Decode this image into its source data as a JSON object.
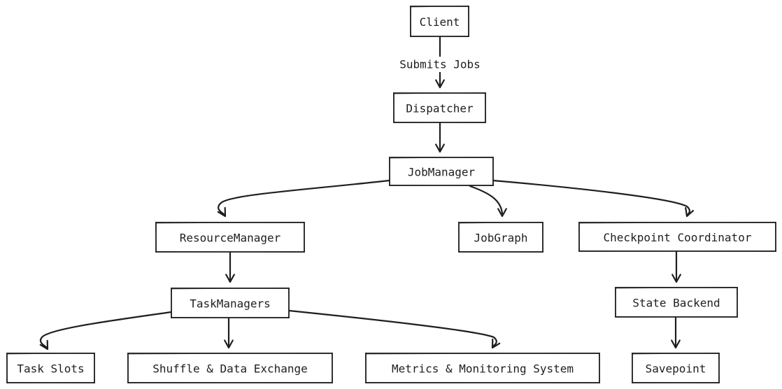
{
  "diagram": {
    "nodes": [
      {
        "id": "client",
        "label": "Client"
      },
      {
        "id": "dispatcher",
        "label": "Dispatcher"
      },
      {
        "id": "jobmanager",
        "label": "JobManager"
      },
      {
        "id": "resourcemanager",
        "label": "ResourceManager"
      },
      {
        "id": "jobgraph",
        "label": "JobGraph"
      },
      {
        "id": "checkpoint",
        "label": "Checkpoint Coordinator"
      },
      {
        "id": "taskmanagers",
        "label": "TaskManagers"
      },
      {
        "id": "statebackend",
        "label": "State Backend"
      },
      {
        "id": "taskslots",
        "label": "Task Slots"
      },
      {
        "id": "shuffle",
        "label": "Shuffle & Data Exchange"
      },
      {
        "id": "metrics",
        "label": "Metrics & Monitoring System"
      },
      {
        "id": "savepoint",
        "label": "Savepoint"
      }
    ],
    "edges": [
      {
        "from": "client",
        "to": "dispatcher",
        "label": "Submits Jobs"
      },
      {
        "from": "dispatcher",
        "to": "jobmanager",
        "label": ""
      },
      {
        "from": "jobmanager",
        "to": "resourcemanager",
        "label": ""
      },
      {
        "from": "jobmanager",
        "to": "jobgraph",
        "label": ""
      },
      {
        "from": "jobmanager",
        "to": "checkpoint",
        "label": ""
      },
      {
        "from": "resourcemanager",
        "to": "taskmanagers",
        "label": ""
      },
      {
        "from": "taskmanagers",
        "to": "taskslots",
        "label": ""
      },
      {
        "from": "taskmanagers",
        "to": "shuffle",
        "label": ""
      },
      {
        "from": "taskmanagers",
        "to": "metrics",
        "label": ""
      },
      {
        "from": "checkpoint",
        "to": "statebackend",
        "label": ""
      },
      {
        "from": "statebackend",
        "to": "savepoint",
        "label": ""
      }
    ]
  }
}
